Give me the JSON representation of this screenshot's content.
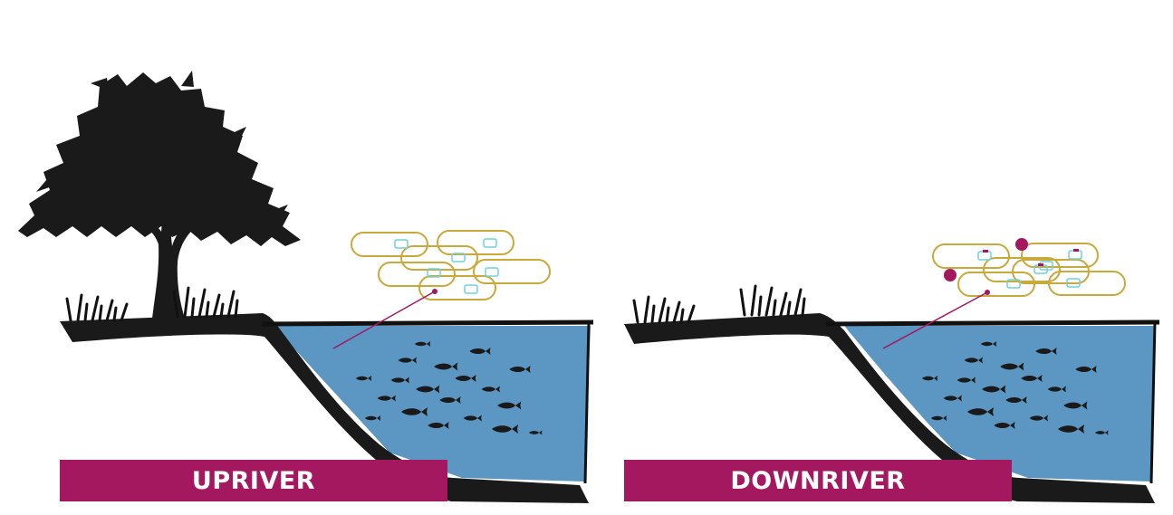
{
  "panels": [
    {
      "id": "upriver",
      "label": "UPRIVER",
      "has_tree": true,
      "bacteria_count": 6,
      "pink_dot_count": 0
    },
    {
      "id": "downriver",
      "label": "DOWNRIVER",
      "has_tree": false,
      "bacteria_count": 6,
      "pink_dot_count": 2
    }
  ],
  "colors": {
    "water": "#5b97c2",
    "ground": "#1a1a1a",
    "label_bg": "#a3185f",
    "bacteria_outline": "#c9a93a",
    "plasmid": "#6fd3dc",
    "pink": "#a3185f"
  },
  "icons": [
    "tree-icon",
    "grass-icon",
    "fish-icon",
    "bacteria-icon",
    "plasmid-icon"
  ]
}
